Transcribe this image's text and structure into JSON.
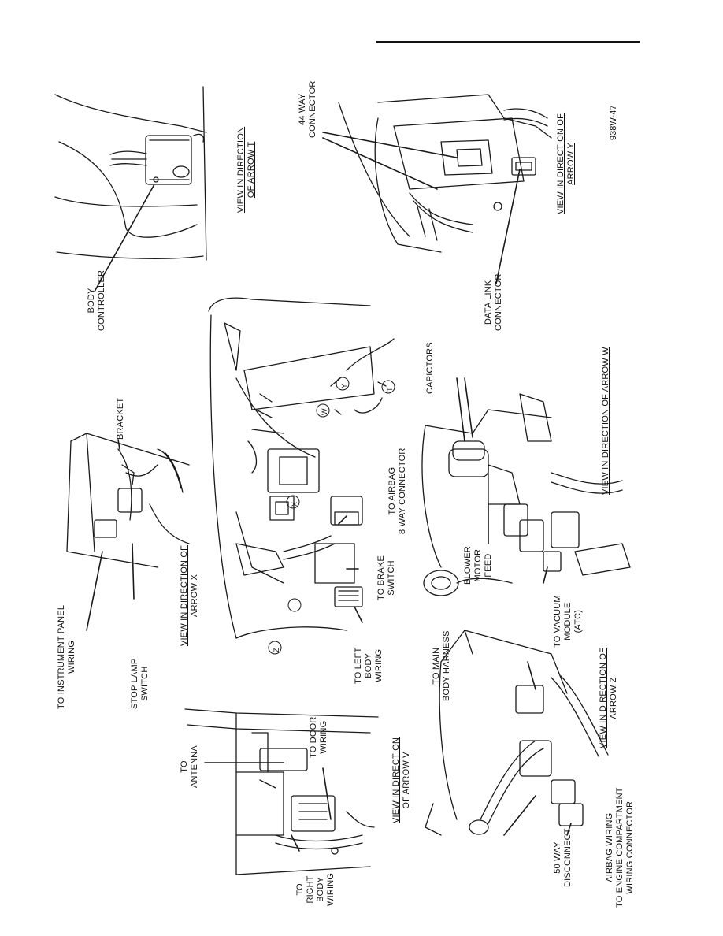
{
  "figure_id": "938W-47",
  "views": {
    "t": "VIEW IN DIRECTION\nOF ARROW T",
    "y": "VIEW IN DIRECTION OF\nARROW Y",
    "x": "VIEW IN DIRECTION OF\nARROW X",
    "w": "VIEW IN DIRECTION OF ARROW W",
    "v": "VIEW IN DIRECTION\nOF ARROW V",
    "z": "VIEW IN DIRECTION OF\nARROW Z"
  },
  "labels": {
    "connector44": "44 WAY\nCONNECTOR",
    "body_controller": "BODY\nCONTROLLER",
    "data_link": "DATA LINK\nCONNECTOR",
    "bracket": "BRACKET",
    "instrument_panel": "TO INSTRUMENT PANEL\nWIRING",
    "stop_lamp": "STOP LAMP\nSWITCH",
    "airbag8": "TO AIRBAG\n8 WAY CONNECTOR",
    "brake_switch": "TO BRAKE\nSWITCH",
    "left_body": "TO LEFT\nBODY\nWIRING",
    "capictors": "CAPICTORS",
    "blower": "BLOWER\nMOTOR\nFEED",
    "vacuum": "TO VACUUM\nMODULE\n(ATC)",
    "antenna": "TO\nANTENNA",
    "door": "TO DOOR\nWIRING",
    "right_body": "TO\nRIGHT\nBODY\nWIRING",
    "main_harness": "TO MAIN\nBODY HARNESS",
    "disconnect50": "50 WAY\nDISCONNECT",
    "airbag_wiring": "AIRBAG WIRING\nTO ENGINE COMPARTMENT\nWIRING CONNECTOR"
  },
  "arrow_letters": [
    "T",
    "W",
    "X",
    "Y",
    "Z"
  ]
}
